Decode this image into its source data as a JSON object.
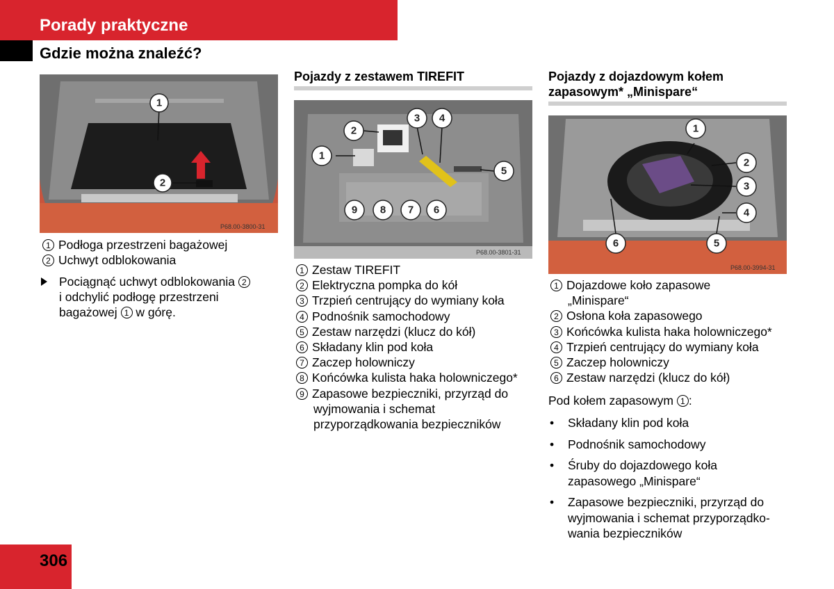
{
  "header": {
    "section": "Porady praktyczne",
    "subtitle": "Gdzie można znaleźć?"
  },
  "page_number": "306",
  "left": {
    "image_code": "P68.00-3800-31",
    "callouts": [
      "1",
      "2"
    ],
    "items": [
      {
        "n": "1",
        "text": "Podłoga przestrzeni bagażowej"
      },
      {
        "n": "2",
        "text": "Uchwyt odblokowania"
      }
    ],
    "instruction": {
      "part1": "Pociągnąć uchwyt odblokowania",
      "ref1": "2",
      "part2": "i odchylić podłogę przestrzeni",
      "part3": "bagażowej",
      "ref2": "1",
      "part4": "w górę."
    }
  },
  "middle": {
    "heading": "Pojazdy z zestawem TIREFIT",
    "image_code": "P68.00-3801-31",
    "callouts": [
      "1",
      "2",
      "3",
      "4",
      "5",
      "6",
      "7",
      "8",
      "9"
    ],
    "items": [
      {
        "n": "1",
        "text": "Zestaw TIREFIT"
      },
      {
        "n": "2",
        "text": "Elektryczna pompka do kół"
      },
      {
        "n": "3",
        "text": "Trzpień centrujący do wymiany koła"
      },
      {
        "n": "4",
        "text": "Podnośnik samochodowy"
      },
      {
        "n": "5",
        "text": "Zestaw narzędzi (klucz do kół)"
      },
      {
        "n": "6",
        "text": "Składany klin pod koła"
      },
      {
        "n": "7",
        "text": "Zaczep holowniczy"
      },
      {
        "n": "8",
        "text": "Końcówka kulista haka holowniczego*"
      },
      {
        "n": "9",
        "lines": [
          "Zapasowe bezpieczniki, przyrząd do",
          "wyjmowania i schemat",
          "przyporządkowania bezpieczników"
        ]
      }
    ]
  },
  "right": {
    "heading_line1": "Pojazdy z dojazdowym kołem",
    "heading_line2": "zapasowym* „Minispare“",
    "image_code": "P68.00-3994-31",
    "callouts": [
      "1",
      "2",
      "3",
      "4",
      "5",
      "6"
    ],
    "items": [
      {
        "n": "1",
        "lines": [
          "Dojazdowe koło zapasowe",
          "„Minispare“"
        ]
      },
      {
        "n": "2",
        "text": "Osłona koła zapasowego"
      },
      {
        "n": "3",
        "text": "Końcówka kulista haka holowniczego*"
      },
      {
        "n": "4",
        "text": "Trzpień centrujący do wymiany koła"
      },
      {
        "n": "5",
        "text": "Zaczep holowniczy"
      },
      {
        "n": "6",
        "text": "Zestaw narzędzi (klucz do kół)"
      }
    ],
    "under_wheel_label": "Pod kołem zapasowym",
    "under_wheel_ref": "1",
    "under_wheel_suffix": ":",
    "bullets": [
      {
        "lines": [
          "Składany klin pod koła"
        ]
      },
      {
        "lines": [
          "Podnośnik samochodowy"
        ]
      },
      {
        "lines": [
          "Śruby do dojazdowego koła",
          "zapasowego „Minispare“"
        ]
      },
      {
        "lines": [
          "Zapasowe bezpieczniki, przyrząd do",
          "wyjmowania i schemat przyporządko-",
          "wania bezpieczników"
        ]
      }
    ]
  }
}
